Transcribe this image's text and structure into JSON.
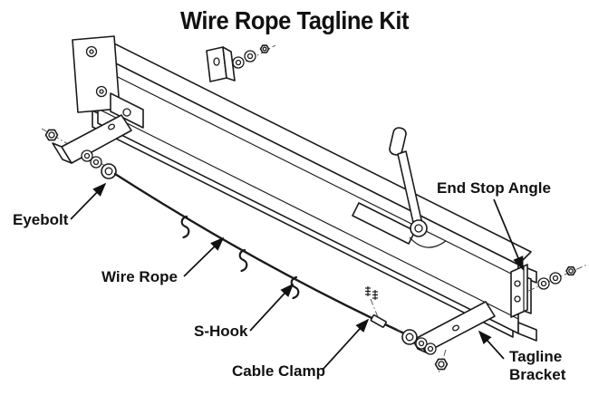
{
  "title": "Wire Rope Tagline Kit",
  "labels": {
    "eyebolt": "Eyebolt",
    "wire_rope": "Wire Rope",
    "s_hook": "S-Hook",
    "cable_clamp": "Cable Clamp",
    "end_stop_angle": "End Stop Angle",
    "tagline_bracket_line1": "Tagline",
    "tagline_bracket_line2": "Bracket"
  },
  "colors": {
    "bracket_yellow": "#F6B71B",
    "bracket_yellow_dark": "#D89B00",
    "line": "#1A1A1A",
    "background": "#FFFFFF"
  }
}
